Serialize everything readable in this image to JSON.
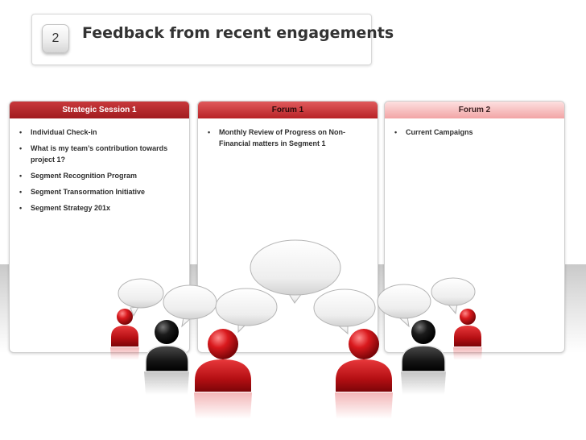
{
  "header": {
    "number": "2",
    "title": "Feedback from recent engagements"
  },
  "columns": [
    {
      "title": "Strategic Session 1",
      "items": [
        "Individual Check-in",
        "What is my team’s contribution towards  project 1?",
        "Segment Recognition Program",
        "Segment Transormation Initiative",
        "Segment Strategy 201x"
      ]
    },
    {
      "title": "Forum 1",
      "items": [
        "Monthly Review of Progress on Non-Financial matters in Segment 1"
      ]
    },
    {
      "title": "Forum 2",
      "items": [
        "Current Campaigns"
      ]
    }
  ],
  "colors": {
    "dark_red": "#a11b1f",
    "red": "#c0181c",
    "light_red": "#f2a4a5",
    "black_figure": "#111111"
  }
}
